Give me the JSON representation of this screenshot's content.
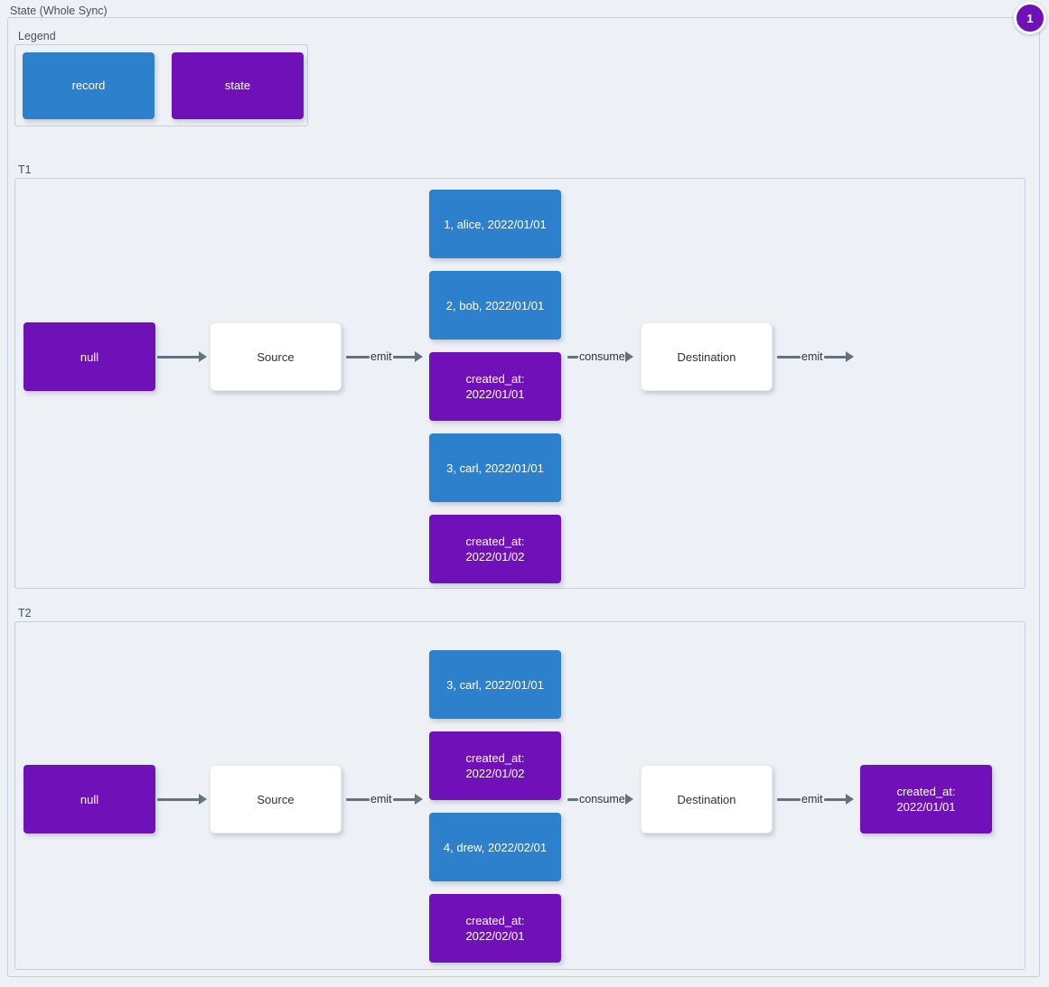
{
  "diagram": {
    "title": "State (Whole Sync)",
    "badge": "1",
    "colors": {
      "record": "#2d80cb",
      "state": "#6f10b8",
      "process": "#ffffff",
      "background": "#edf0f5",
      "border": "#c3cfdb",
      "arrow": "#64727f"
    }
  },
  "legend": {
    "label": "Legend",
    "items": [
      {
        "label": "record",
        "kind": "record"
      },
      {
        "label": "state",
        "kind": "state"
      }
    ]
  },
  "sections": [
    {
      "label": "T1",
      "initial_state": "null",
      "source": "Source",
      "destination": "Destination",
      "emit_label_1": "emit",
      "consume_label": "consume",
      "emit_label_2": "emit",
      "final_state": "",
      "stream": [
        {
          "kind": "record",
          "text": "1, alice, 2022/01/01"
        },
        {
          "kind": "record",
          "text": "2, bob, 2022/01/01"
        },
        {
          "kind": "state",
          "text": "created_at:\n2022/01/01"
        },
        {
          "kind": "record",
          "text": "3, carl, 2022/01/01"
        },
        {
          "kind": "state",
          "text": "created_at:\n2022/01/02"
        }
      ]
    },
    {
      "label": "T2",
      "initial_state": "null",
      "source": "Source",
      "destination": "Destination",
      "emit_label_1": "emit",
      "consume_label": "consume",
      "emit_label_2": "emit",
      "final_state": "created_at:\n2022/01/01",
      "stream": [
        {
          "kind": "record",
          "text": "3, carl, 2022/01/01"
        },
        {
          "kind": "state",
          "text": "created_at:\n2022/01/02"
        },
        {
          "kind": "record",
          "text": "4, drew, 2022/02/01"
        },
        {
          "kind": "state",
          "text": "created_at:\n2022/02/01"
        }
      ]
    }
  ]
}
